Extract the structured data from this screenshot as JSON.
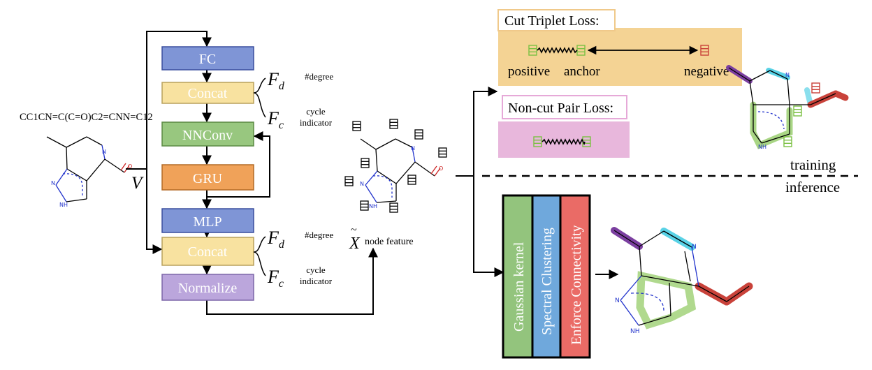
{
  "smiles": "CC1CN=C(C=O)C2=CNN=C12",
  "input_label": "V",
  "blocks": {
    "fc": "FC",
    "concat1": "Concat",
    "nnconv": "NNConv",
    "gru": "GRU",
    "mlp": "MLP",
    "concat2": "Concat",
    "normalize": "Normalize"
  },
  "features": {
    "fd": "F",
    "fd_sub": "d",
    "fd_note": "#degree",
    "fc": "F",
    "fc_sub": "c",
    "fc_note_1": "cycle",
    "fc_note_2": "indicator"
  },
  "node_feature": {
    "symbol": "X",
    "tilde": "~",
    "label": "node feature"
  },
  "atoms": {
    "n": "N",
    "o": "O",
    "nh": "NH"
  },
  "losses": {
    "cut_title": "Cut Triplet Loss:",
    "positive": "positive",
    "anchor": "anchor",
    "negative": "negative",
    "noncut_title": "Non-cut Pair Loss:"
  },
  "phase": {
    "training": "training",
    "inference": "inference"
  },
  "inference_blocks": {
    "gaussian": "Gaussian kernel",
    "spectral": "Spectral Clustering",
    "connectivity": "Enforce Connectivity"
  },
  "colors": {
    "fc_fill": "#7f95d6",
    "concat_fill": "#f8e2a0",
    "nnconv_fill": "#98c77f",
    "gru_fill": "#f0a259",
    "mlp_fill": "#7f95d6",
    "normalize_fill": "#bba6dc",
    "cut_bg": "#f4d394",
    "noncut_bg": "#e8b7dc",
    "gaussian": "#93c47d",
    "spectral": "#6fa8dc",
    "connectivity": "#ea6b66",
    "green_sub": "#7bc043",
    "purple_sub": "#7b3fa0",
    "cyan_sub": "#59d2e6",
    "red_sub": "#c9423a"
  }
}
